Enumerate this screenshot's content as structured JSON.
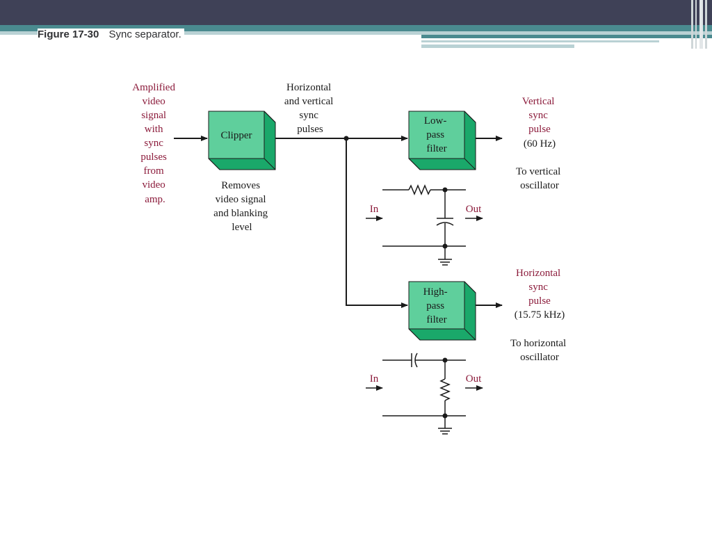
{
  "header": {
    "figure_number": "Figure 17-30",
    "figure_title": "Sync separator."
  },
  "diagram": {
    "input_label": [
      "Amplified",
      "video",
      "signal",
      "with",
      "sync",
      "pulses",
      "from",
      "video",
      "amp."
    ],
    "clipper": {
      "title": "Clipper",
      "description": [
        "Removes",
        "video signal",
        "and blanking",
        "level"
      ]
    },
    "bus_label": [
      "Horizontal",
      "and vertical",
      "sync",
      "pulses"
    ],
    "lowpass": {
      "title": [
        "Low-",
        "pass",
        "filter"
      ]
    },
    "highpass": {
      "title": [
        "High-",
        "pass",
        "filter"
      ]
    },
    "vertical_output": {
      "label": [
        "Vertical",
        "sync",
        "pulse"
      ],
      "freq": "(60 Hz)",
      "destination": [
        "To vertical",
        "oscillator"
      ]
    },
    "horizontal_output": {
      "label": [
        "Horizontal",
        "sync",
        "pulse"
      ],
      "freq": "(15.75 kHz)",
      "destination": [
        "To horizontal",
        "oscillator"
      ]
    },
    "lp_circuit": {
      "in": "In",
      "out": "Out"
    },
    "hp_circuit": {
      "in": "In",
      "out": "Out"
    }
  },
  "colors": {
    "block_face": "#5fcf9c",
    "block_side": "#1aa86a",
    "label_red": "#8b1a3a",
    "header_dark": "#3f4157",
    "header_teal": "#4a8a8f"
  }
}
